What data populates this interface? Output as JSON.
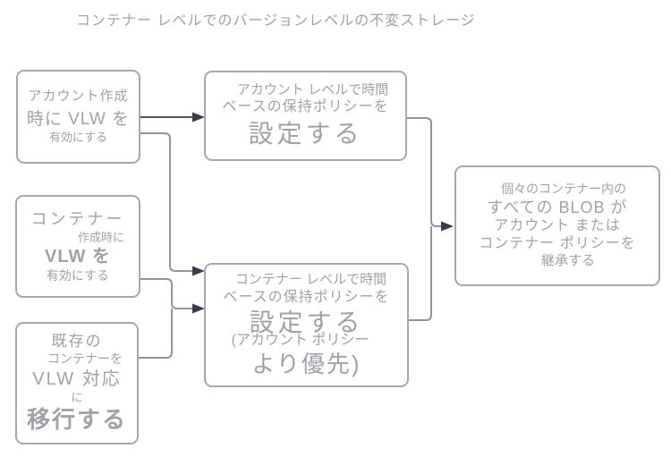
{
  "title": "コンテナー レベルでのバージョンレベルの不変ストレージ",
  "colors": {
    "background": "#ffffff",
    "box_border": "#a6a8ab",
    "text": "#9fa2a6",
    "connector": "#8f959c",
    "connector_dark": "#4d5463",
    "arrowhead": "#363d4b"
  },
  "boxes": {
    "enable_vlw_on_account_creation": {
      "lines": [
        "アカウント作成",
        "時に VLW を",
        "有効にする"
      ]
    },
    "enable_vlw_on_container_creation": {
      "lines": [
        "コンテナー",
        "作成時に",
        "VLW を",
        "有効にする"
      ]
    },
    "migrate_existing_container": {
      "lines": [
        "既存の",
        "コンテナーを",
        "VLW 対応",
        "に",
        "移行する"
      ]
    },
    "set_account_level_policy": {
      "lines": [
        "アカウント レベルで時間",
        "ベースの保持ポリシーを",
        "設定する"
      ]
    },
    "set_container_level_policy": {
      "lines": [
        "コンテナー レベルで時間",
        "ベースの保持ポリシーを",
        "設定する",
        "(アカウント ポリシー",
        "より優先)"
      ]
    },
    "blobs_inherit_policy": {
      "lines": [
        "個々のコンテナー内の",
        "すべての BLOB が",
        "アカウント または",
        "コンテナー ポリシーを",
        "継承する"
      ]
    }
  }
}
